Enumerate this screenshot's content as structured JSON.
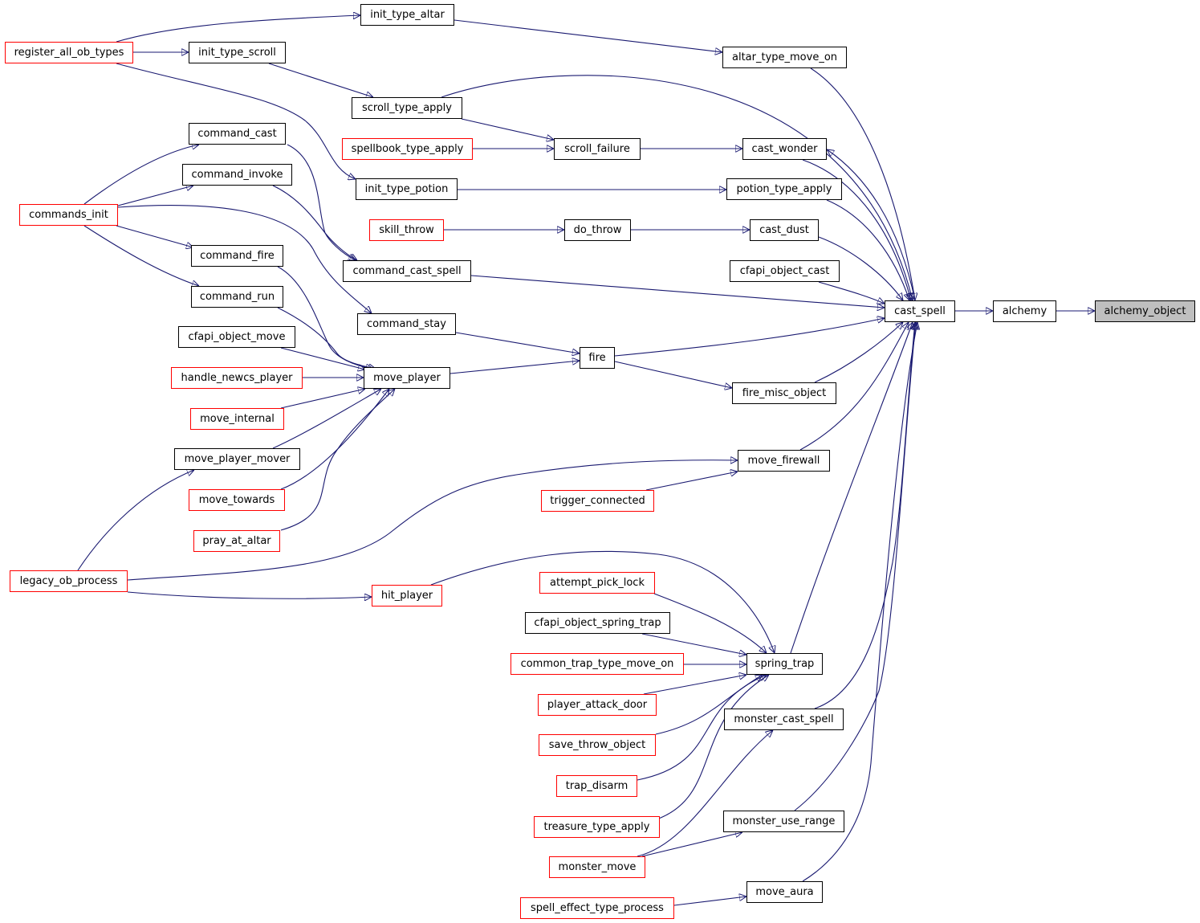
{
  "graph": {
    "edge_color": "#191970",
    "node_border_default": "#000000",
    "node_border_truncated": "#ff0000",
    "focus_fill": "#bfbfbf",
    "nodes": {
      "alchemy_object": {
        "label": "alchemy_object",
        "style": "focus"
      },
      "alchemy": {
        "label": "alchemy",
        "style": "normal"
      },
      "cast_spell": {
        "label": "cast_spell",
        "style": "normal"
      },
      "altar_type_move_on": {
        "label": "altar_type_move_on",
        "style": "normal"
      },
      "init_type_altar": {
        "label": "init_type_altar",
        "style": "normal"
      },
      "register_all_ob_types": {
        "label": "register_all_ob_types",
        "style": "truncated"
      },
      "init_type_scroll": {
        "label": "init_type_scroll",
        "style": "normal"
      },
      "scroll_type_apply": {
        "label": "scroll_type_apply",
        "style": "normal"
      },
      "command_cast": {
        "label": "command_cast",
        "style": "normal"
      },
      "spellbook_type_apply": {
        "label": "spellbook_type_apply",
        "style": "truncated"
      },
      "scroll_failure": {
        "label": "scroll_failure",
        "style": "normal"
      },
      "cast_wonder": {
        "label": "cast_wonder",
        "style": "normal"
      },
      "command_invoke": {
        "label": "command_invoke",
        "style": "normal"
      },
      "init_type_potion": {
        "label": "init_type_potion",
        "style": "normal"
      },
      "potion_type_apply": {
        "label": "potion_type_apply",
        "style": "normal"
      },
      "commands_init": {
        "label": "commands_init",
        "style": "truncated"
      },
      "skill_throw": {
        "label": "skill_throw",
        "style": "truncated"
      },
      "do_throw": {
        "label": "do_throw",
        "style": "normal"
      },
      "cast_dust": {
        "label": "cast_dust",
        "style": "normal"
      },
      "command_fire": {
        "label": "command_fire",
        "style": "normal"
      },
      "command_cast_spell": {
        "label": "command_cast_spell",
        "style": "normal"
      },
      "cfapi_object_cast": {
        "label": "cfapi_object_cast",
        "style": "normal"
      },
      "command_run": {
        "label": "command_run",
        "style": "normal"
      },
      "command_stay": {
        "label": "command_stay",
        "style": "normal"
      },
      "cfapi_object_move": {
        "label": "cfapi_object_move",
        "style": "normal"
      },
      "fire": {
        "label": "fire",
        "style": "normal"
      },
      "handle_newcs_player": {
        "label": "handle_newcs_player",
        "style": "truncated"
      },
      "move_player": {
        "label": "move_player",
        "style": "normal"
      },
      "fire_misc_object": {
        "label": "fire_misc_object",
        "style": "normal"
      },
      "move_internal": {
        "label": "move_internal",
        "style": "truncated"
      },
      "move_player_mover": {
        "label": "move_player_mover",
        "style": "normal"
      },
      "move_firewall": {
        "label": "move_firewall",
        "style": "normal"
      },
      "move_towards": {
        "label": "move_towards",
        "style": "truncated"
      },
      "trigger_connected": {
        "label": "trigger_connected",
        "style": "truncated"
      },
      "pray_at_altar": {
        "label": "pray_at_altar",
        "style": "truncated"
      },
      "legacy_ob_process": {
        "label": "legacy_ob_process",
        "style": "truncated"
      },
      "attempt_pick_lock": {
        "label": "attempt_pick_lock",
        "style": "truncated"
      },
      "hit_player": {
        "label": "hit_player",
        "style": "truncated"
      },
      "cfapi_object_spring_trap": {
        "label": "cfapi_object_spring_trap",
        "style": "normal"
      },
      "common_trap_type_move_on": {
        "label": "common_trap_type_move_on",
        "style": "truncated"
      },
      "spring_trap": {
        "label": "spring_trap",
        "style": "normal"
      },
      "player_attack_door": {
        "label": "player_attack_door",
        "style": "truncated"
      },
      "monster_cast_spell": {
        "label": "monster_cast_spell",
        "style": "normal"
      },
      "save_throw_object": {
        "label": "save_throw_object",
        "style": "truncated"
      },
      "trap_disarm": {
        "label": "trap_disarm",
        "style": "truncated"
      },
      "treasure_type_apply": {
        "label": "treasure_type_apply",
        "style": "truncated"
      },
      "monster_use_range": {
        "label": "monster_use_range",
        "style": "normal"
      },
      "monster_move": {
        "label": "monster_move",
        "style": "truncated"
      },
      "move_aura": {
        "label": "move_aura",
        "style": "normal"
      },
      "spell_effect_type_process": {
        "label": "spell_effect_type_process",
        "style": "truncated"
      }
    },
    "edges": [
      [
        "alchemy",
        "alchemy_object"
      ],
      [
        "cast_spell",
        "alchemy"
      ],
      [
        "altar_type_move_on",
        "cast_spell"
      ],
      [
        "scroll_type_apply",
        "cast_spell"
      ],
      [
        "cast_wonder",
        "cast_spell"
      ],
      [
        "potion_type_apply",
        "cast_spell"
      ],
      [
        "cast_dust",
        "cast_spell"
      ],
      [
        "cfapi_object_cast",
        "cast_spell"
      ],
      [
        "command_cast_spell",
        "cast_spell"
      ],
      [
        "fire",
        "cast_spell"
      ],
      [
        "fire_misc_object",
        "cast_spell"
      ],
      [
        "move_firewall",
        "cast_spell"
      ],
      [
        "spring_trap",
        "cast_spell"
      ],
      [
        "monster_cast_spell",
        "cast_spell"
      ],
      [
        "monster_use_range",
        "cast_spell"
      ],
      [
        "move_aura",
        "cast_spell"
      ],
      [
        "init_type_altar",
        "altar_type_move_on"
      ],
      [
        "register_all_ob_types",
        "init_type_altar"
      ],
      [
        "register_all_ob_types",
        "init_type_scroll"
      ],
      [
        "register_all_ob_types",
        "init_type_potion"
      ],
      [
        "init_type_scroll",
        "scroll_type_apply"
      ],
      [
        "scroll_type_apply",
        "scroll_failure"
      ],
      [
        "spellbook_type_apply",
        "scroll_failure"
      ],
      [
        "scroll_failure",
        "cast_wonder"
      ],
      [
        "cast_spell",
        "cast_wonder"
      ],
      [
        "init_type_potion",
        "potion_type_apply"
      ],
      [
        "skill_throw",
        "do_throw"
      ],
      [
        "do_throw",
        "cast_dust"
      ],
      [
        "commands_init",
        "command_cast"
      ],
      [
        "commands_init",
        "command_invoke"
      ],
      [
        "commands_init",
        "command_fire"
      ],
      [
        "commands_init",
        "command_run"
      ],
      [
        "commands_init",
        "command_stay"
      ],
      [
        "command_cast",
        "command_cast_spell"
      ],
      [
        "command_invoke",
        "command_cast_spell"
      ],
      [
        "command_stay",
        "fire"
      ],
      [
        "move_player",
        "fire"
      ],
      [
        "fire",
        "fire_misc_object"
      ],
      [
        "command_fire",
        "move_player"
      ],
      [
        "command_run",
        "move_player"
      ],
      [
        "cfapi_object_move",
        "move_player"
      ],
      [
        "handle_newcs_player",
        "move_player"
      ],
      [
        "move_internal",
        "move_player"
      ],
      [
        "move_player_mover",
        "move_player"
      ],
      [
        "move_towards",
        "move_player"
      ],
      [
        "pray_at_altar",
        "move_player"
      ],
      [
        "legacy_ob_process",
        "move_player_mover"
      ],
      [
        "legacy_ob_process",
        "move_firewall"
      ],
      [
        "legacy_ob_process",
        "hit_player"
      ],
      [
        "trigger_connected",
        "move_firewall"
      ],
      [
        "hit_player",
        "spring_trap"
      ],
      [
        "attempt_pick_lock",
        "spring_trap"
      ],
      [
        "cfapi_object_spring_trap",
        "spring_trap"
      ],
      [
        "common_trap_type_move_on",
        "spring_trap"
      ],
      [
        "player_attack_door",
        "spring_trap"
      ],
      [
        "save_throw_object",
        "spring_trap"
      ],
      [
        "trap_disarm",
        "spring_trap"
      ],
      [
        "treasure_type_apply",
        "spring_trap"
      ],
      [
        "monster_move",
        "monster_cast_spell"
      ],
      [
        "monster_move",
        "monster_use_range"
      ],
      [
        "spell_effect_type_process",
        "move_aura"
      ]
    ]
  }
}
